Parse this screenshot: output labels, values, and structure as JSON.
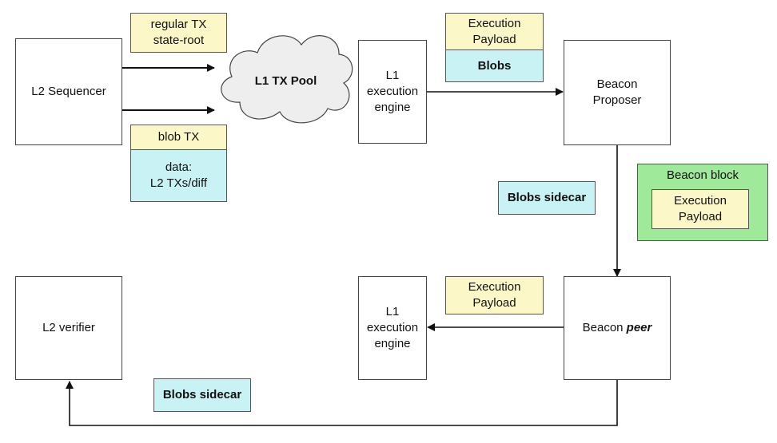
{
  "nodes": {
    "l2_sequencer": "L2 Sequencer",
    "regular_tx": "regular TX\nstate-root",
    "blob_tx": "blob TX",
    "blob_tx_data": "data:\nL2 TXs/diff",
    "l1_tx_pool": "L1 TX Pool",
    "l1_engine_top": "L1\nexecution\nengine",
    "top_execution_payload": "Execution\nPayload",
    "top_blobs": "Blobs",
    "beacon_proposer": "Beacon\nProposer",
    "beacon_block": "Beacon block",
    "beacon_block_payload": "Execution\nPayload",
    "blobs_sidecar_mid": "Blobs sidecar",
    "bottom_execution_payload": "Execution\nPayload",
    "l1_engine_bottom": "L1\nexecution\nengine",
    "beacon_peer_prefix": "Beacon ",
    "beacon_peer_emph": "peer",
    "l2_verifier": "L2 verifier",
    "blobs_sidecar_bottom": "Blobs sidecar"
  },
  "colors": {
    "note_yellow": "#fbf7c7",
    "blob_cyan": "#c9f2f5",
    "block_green": "#9ee99a",
    "cloud_gray": "#eeeeee",
    "stroke": "#111111"
  }
}
